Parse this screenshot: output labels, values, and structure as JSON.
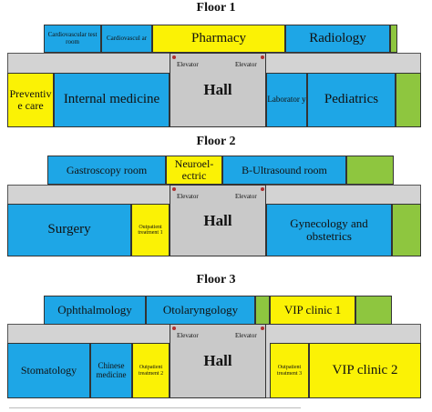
{
  "colors": {
    "department": "#1ea6e6",
    "support": "#fbf205",
    "green_zone": "#8ec63f",
    "hall": "#c9c9c9"
  },
  "floor1": {
    "title": "Floor 1",
    "cardio_test": "Cardiovascular test room",
    "cardio_short": "Cardiovascul ar",
    "pharmacy": "Pharmacy",
    "radiology": "Radiology",
    "preventive": "Preventiv e care",
    "internal": "Internal medicine",
    "hall": "Hall",
    "elevator_left": "Elevator",
    "elevator_right": "Elevator",
    "laboratory": "Laborator y",
    "pediatrics": "Pediatrics"
  },
  "floor2": {
    "title": "Floor 2",
    "gastroscopy": "Gastroscopy room",
    "neuro": "Neuroel-ectric",
    "ultrasound": "B-Ultrasound room",
    "surgery": "Surgery",
    "outpatient1": "Outpatient treatment 1",
    "hall": "Hall",
    "elevator_left": "Elevator",
    "elevator_right": "Elevator",
    "gynecology": "Gynecology and obstetrics"
  },
  "floor3": {
    "title": "Floor 3",
    "ophthalmology": "Ophthalmology",
    "otolaryngology": "Otolaryngology",
    "vip1": "VIP clinic 1",
    "stomatology": "Stomatology",
    "chinese": "Chinese medicine",
    "outpatient2": "Outpatient treatment 2",
    "hall": "Hall",
    "elevator_left": "Elevator",
    "elevator_right": "Elevator",
    "outpatient3": "Outpatient treatment 3",
    "vip2": "VIP clinic 2"
  }
}
